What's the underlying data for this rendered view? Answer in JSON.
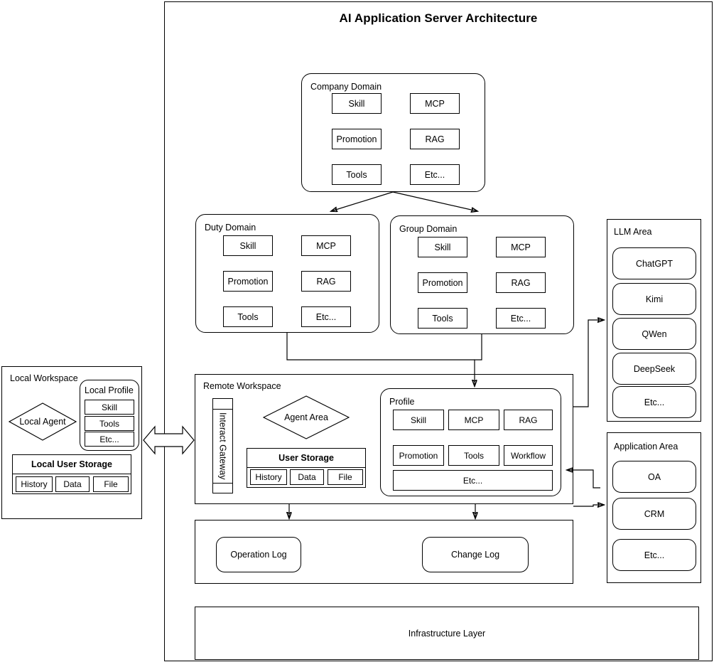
{
  "diagram": {
    "title": "AI Application Server Architecture",
    "infrastructure_label": "Infrastructure Layer"
  },
  "company_domain": {
    "label": "Company Domain",
    "cells": [
      "Skill",
      "MCP",
      "Promotion",
      "RAG",
      "Tools",
      "Etc..."
    ]
  },
  "duty_domain": {
    "label": "Duty Domain",
    "cells": [
      "Skill",
      "MCP",
      "Promotion",
      "RAG",
      "Tools",
      "Etc..."
    ]
  },
  "group_domain": {
    "label": "Group Domain",
    "cells": [
      "Skill",
      "MCP",
      "Promotion",
      "RAG",
      "Tools",
      "Etc..."
    ]
  },
  "remote_workspace": {
    "label": "Remote Workspace",
    "interact_gateway": "Interact Gateway",
    "agent_area": "Agent Area",
    "user_storage": {
      "title": "User Storage",
      "items": [
        "History",
        "Data",
        "File"
      ]
    },
    "profile": {
      "label": "Profile",
      "row1": [
        "Skill",
        "MCP",
        "RAG"
      ],
      "row2": [
        "Promotion",
        "Tools",
        "Workflow"
      ],
      "row3": "Etc..."
    }
  },
  "local_workspace": {
    "label": "Local Workspace",
    "local_agent": "Local Agent",
    "local_profile": {
      "label": "Local Profile",
      "items": [
        "Skill",
        "Tools",
        "Etc..."
      ]
    },
    "local_user_storage": {
      "title": "Local User Storage",
      "items": [
        "History",
        "Data",
        "File"
      ]
    }
  },
  "log_area": {
    "operation_log": "Operation Log",
    "change_log": "Change Log"
  },
  "llm_area": {
    "label": "LLM Area",
    "items": [
      "ChatGPT",
      "Kimi",
      "QWen",
      "DeepSeek",
      "Etc..."
    ]
  },
  "application_area": {
    "label": "Application Area",
    "items": [
      "OA",
      "CRM",
      "Etc..."
    ]
  },
  "colors": {
    "stroke": "#000000",
    "background": "#ffffff"
  }
}
